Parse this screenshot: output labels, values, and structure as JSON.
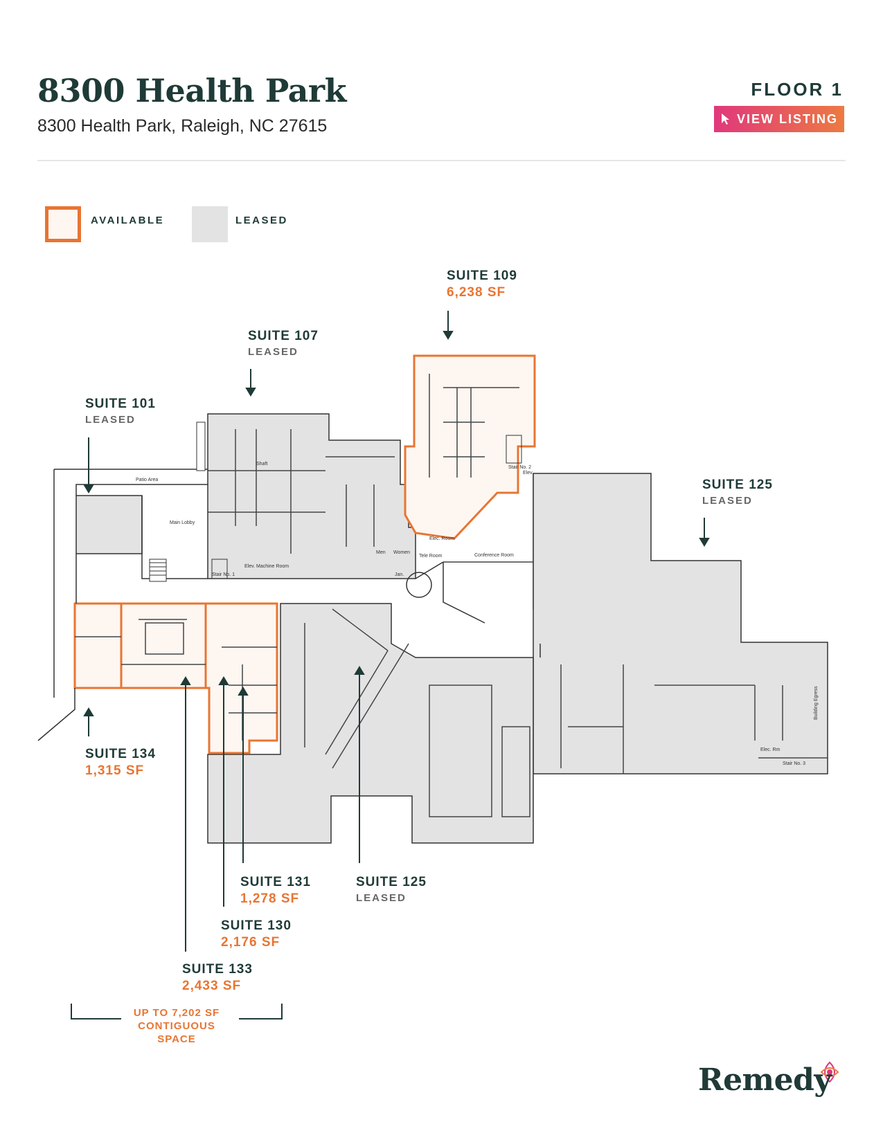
{
  "header": {
    "title": "8300 Health Park",
    "address": "8300 Health Park, Raleigh, NC 27615",
    "floor": "FLOOR 1",
    "view_listing": "VIEW LISTING"
  },
  "legend": {
    "available": "AVAILABLE",
    "leased": "LEASED"
  },
  "suites": {
    "s109": {
      "name": "SUITE 109",
      "sf": "6,238 SF"
    },
    "s107": {
      "name": "SUITE 107",
      "status": "LEASED"
    },
    "s101": {
      "name": "SUITE 101",
      "status": "LEASED"
    },
    "s125a": {
      "name": "SUITE 125",
      "status": "LEASED"
    },
    "s134": {
      "name": "SUITE 134",
      "sf": "1,315 SF"
    },
    "s131": {
      "name": "SUITE 131",
      "sf": "1,278 SF"
    },
    "s125b": {
      "name": "SUITE 125",
      "status": "LEASED"
    },
    "s130": {
      "name": "SUITE 130",
      "sf": "2,176 SF"
    },
    "s133": {
      "name": "SUITE 133",
      "sf": "2,433 SF"
    }
  },
  "contiguous": {
    "line1": "UP TO 7,202 SF",
    "line2": "CONTIGUOUS",
    "line3": "SPACE"
  },
  "plan_labels": {
    "patio": "Patio Area",
    "lobby": "Main Lobby",
    "conference": "Conference Room",
    "elec_room": "Elec. Room",
    "tele_room": "Tele Room",
    "stair1": "Stair No. 1",
    "stair2": "Stair No. 2",
    "stair3": "Stair No. 3",
    "elev": "Elev.",
    "elev_machine": "Elev. Machine Room",
    "men": "Men",
    "women": "Women",
    "jan": "Jan.",
    "shaft": "Shaft",
    "building_egress": "Building Egress",
    "elec_rm": "Elec. Rm"
  },
  "brand": {
    "logo": "Remedy"
  },
  "colors": {
    "available": "#e87532",
    "leased": "#e3e3e3",
    "ink": "#1f3a37"
  }
}
